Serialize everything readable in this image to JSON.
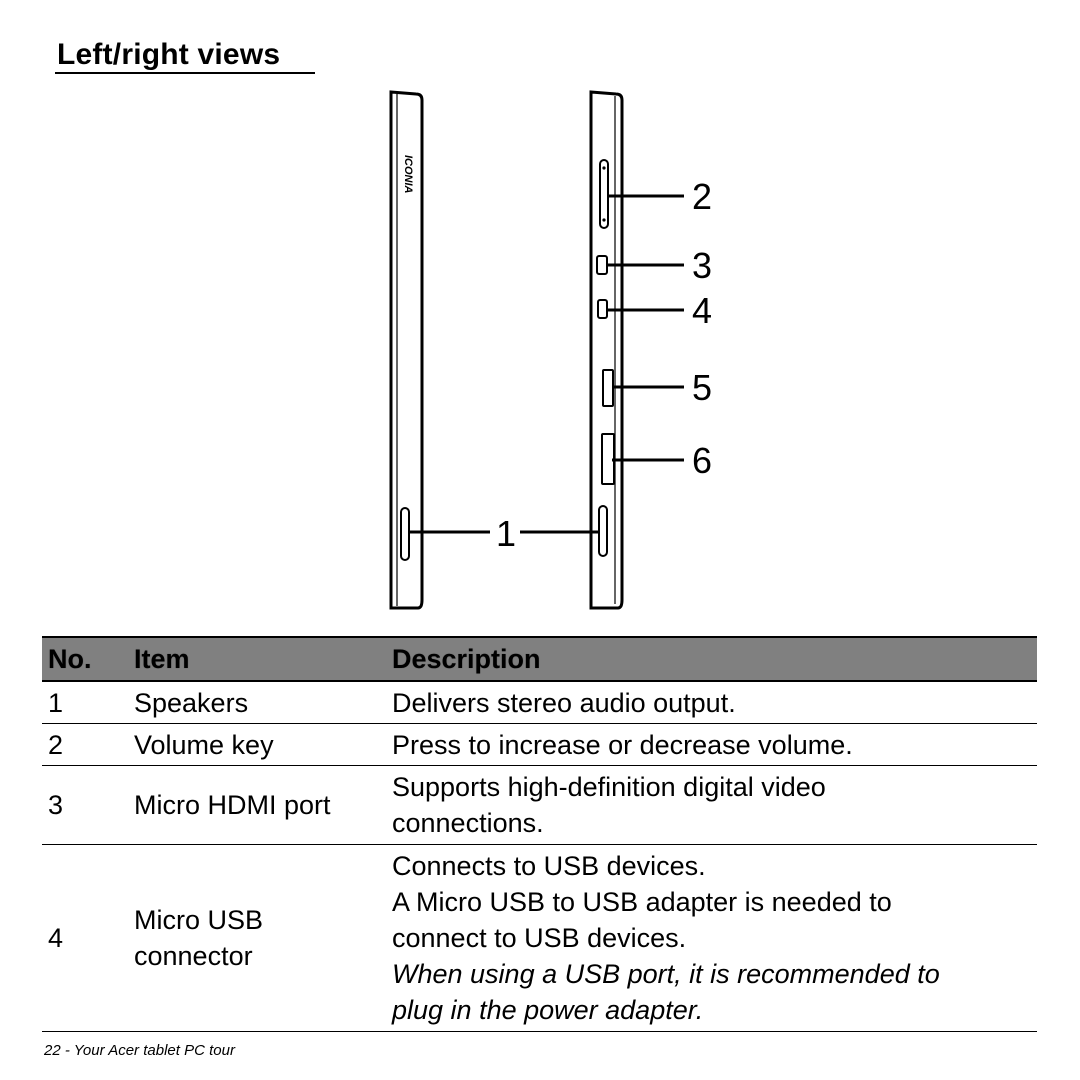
{
  "heading": "Left/right views",
  "figure": {
    "brand": "ICONIA",
    "callouts": [
      "1",
      "2",
      "3",
      "4",
      "5",
      "6"
    ]
  },
  "table": {
    "headers": {
      "no": "No.",
      "item": "Item",
      "description": "Description"
    },
    "rows": [
      {
        "no": "1",
        "item": "Speakers",
        "description": [
          "Delivers stereo audio output."
        ]
      },
      {
        "no": "2",
        "item": "Volume key",
        "description": [
          "Press to increase or decrease volume."
        ]
      },
      {
        "no": "3",
        "item": "Micro HDMI port",
        "description": [
          "Supports high-definition digital video",
          "connections."
        ]
      },
      {
        "no": "4",
        "item": "Micro USB connector",
        "description": [
          "Connects to USB devices.",
          "A Micro USB to USB adapter is needed to",
          "connect to USB devices."
        ],
        "note": [
          "When using a USB port, it is recommended to",
          "plug in the power adapter."
        ]
      }
    ]
  },
  "footer": "22 - Your Acer tablet PC tour"
}
